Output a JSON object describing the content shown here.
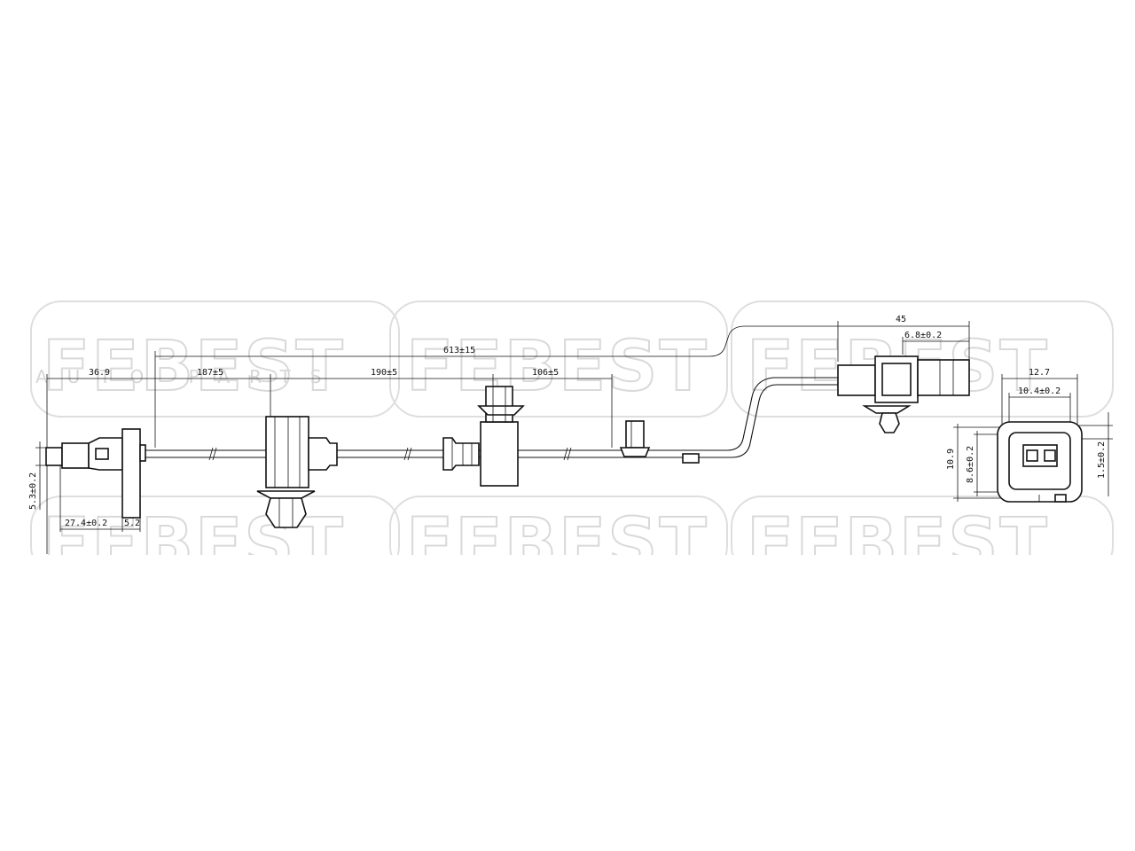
{
  "watermark": {
    "brand": "FEBEST",
    "subtitle": "AUTO PARTS"
  },
  "dimensions": {
    "total_length": "613±15",
    "seg_sensor_end": "36.9",
    "seg_1": "187±5",
    "seg_2": "190±5",
    "seg_3": "106±5",
    "sensor_width": "27.4±0.2",
    "sensor_flange": "5.2",
    "sensor_height": "5.3±0.2",
    "connector_length": "45",
    "connector_offset": "6.8±0.2",
    "plug_outer_width": "12.7",
    "plug_inner_width": "10.4±0.2",
    "plug_outer_height": "10.9",
    "plug_inner_height": "8.6±0.2",
    "plug_pin_offset": "1.5±0.2"
  }
}
